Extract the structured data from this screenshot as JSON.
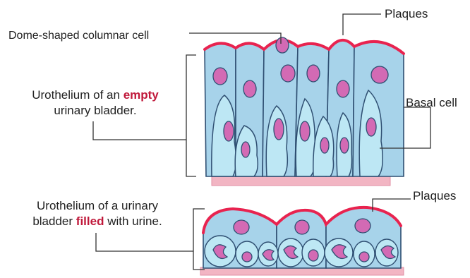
{
  "labels": {
    "dome_cell": "Dome-shaped columnar cell",
    "plaques_top": "Plaques",
    "basal_cell": "Basal cell",
    "plaques_bottom": "Plaques",
    "empty_line1_prefix": "Urothelium of an",
    "empty_line1_emph": "empty",
    "empty_line2": "urinary bladder.",
    "filled_line1": "Urothelium of a urinary",
    "filled_line2_prefix": "bladder",
    "filled_line2_emph": "filled",
    "filled_line2_suffix": "with urine."
  },
  "colors": {
    "cytoplasm": "#a7d3ea",
    "basal_cytoplasm": "#bde7f4",
    "nucleus": "#d36ab4",
    "plaque": "#e8234f",
    "basement_membrane": "#f2b5c3",
    "outline": "#2f4f72",
    "emphasis": "#c0183a"
  }
}
